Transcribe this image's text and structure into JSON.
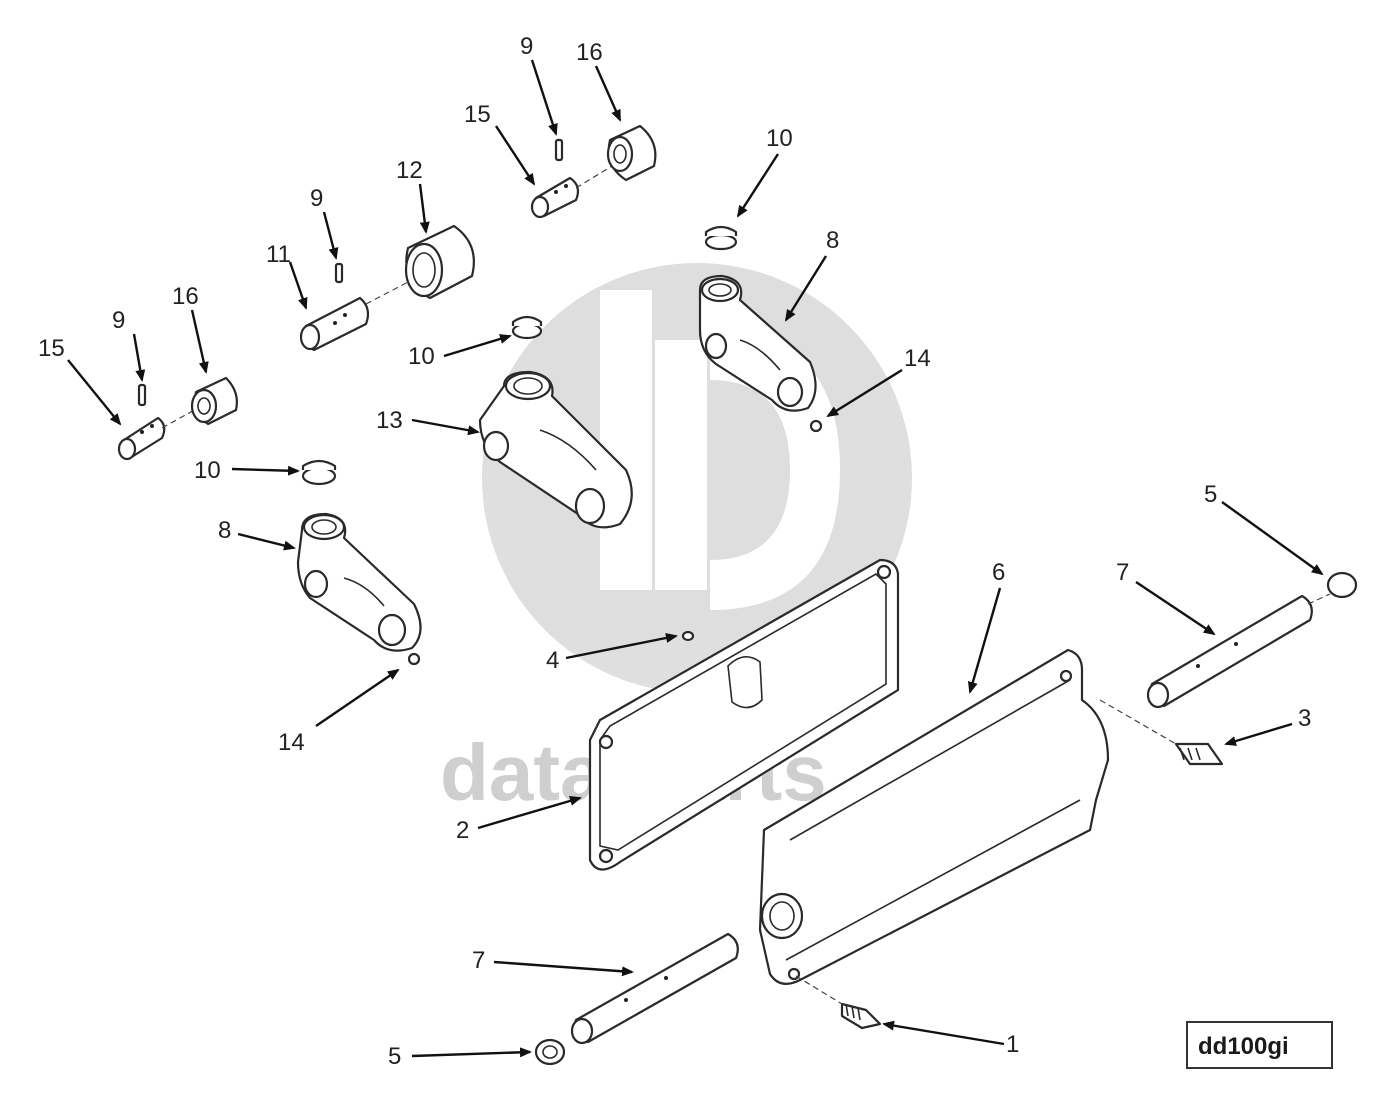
{
  "watermark": {
    "text": "data-parts",
    "color": "#cfcfcf"
  },
  "figure_code": "dd100gi",
  "callouts": [
    {
      "id": "c15a",
      "label": "15",
      "part": "pin"
    },
    {
      "id": "c9a",
      "label": "9",
      "part": "roll-pin"
    },
    {
      "id": "c16a",
      "label": "16",
      "part": "bushing"
    },
    {
      "id": "c11",
      "label": "11",
      "part": "shaft"
    },
    {
      "id": "c9b",
      "label": "9",
      "part": "roll-pin"
    },
    {
      "id": "c12",
      "label": "12",
      "part": "bushing"
    },
    {
      "id": "c15b",
      "label": "15",
      "part": "pin"
    },
    {
      "id": "c9c",
      "label": "9",
      "part": "roll-pin"
    },
    {
      "id": "c16b",
      "label": "16",
      "part": "bushing"
    },
    {
      "id": "c10a",
      "label": "10",
      "part": "cap"
    },
    {
      "id": "c8a",
      "label": "8",
      "part": "rocker-arm"
    },
    {
      "id": "c14a",
      "label": "14",
      "part": "ball"
    },
    {
      "id": "c10b",
      "label": "10",
      "part": "cap"
    },
    {
      "id": "c13",
      "label": "13",
      "part": "rocker-arm"
    },
    {
      "id": "c10c",
      "label": "10",
      "part": "cap"
    },
    {
      "id": "c8b",
      "label": "8",
      "part": "rocker-arm"
    },
    {
      "id": "c14b",
      "label": "14",
      "part": "ball"
    },
    {
      "id": "c4",
      "label": "4",
      "part": "plug"
    },
    {
      "id": "c2",
      "label": "2",
      "part": "gasket"
    },
    {
      "id": "c6",
      "label": "6",
      "part": "housing"
    },
    {
      "id": "c5a",
      "label": "5",
      "part": "end-plug"
    },
    {
      "id": "c7a",
      "label": "7",
      "part": "rocker-shaft"
    },
    {
      "id": "c3",
      "label": "3",
      "part": "fitting"
    },
    {
      "id": "c7b",
      "label": "7",
      "part": "rocker-shaft"
    },
    {
      "id": "c5b",
      "label": "5",
      "part": "end-plug"
    },
    {
      "id": "c1",
      "label": "1",
      "part": "bolt"
    }
  ]
}
